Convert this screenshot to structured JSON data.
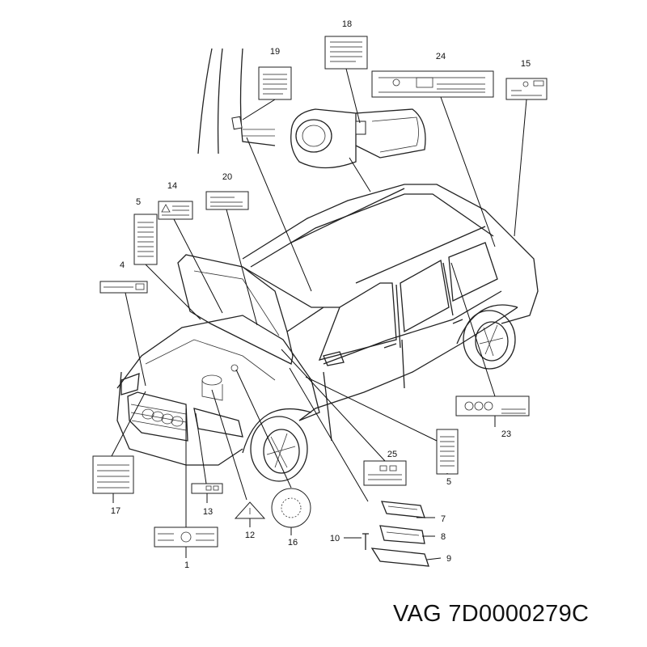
{
  "diagram": {
    "callouts": [
      "1",
      "4",
      "5",
      "5",
      "7",
      "8",
      "9",
      "10",
      "12",
      "13",
      "14",
      "15",
      "16",
      "17",
      "18",
      "19",
      "20",
      "23",
      "24",
      "25"
    ]
  },
  "footer": {
    "part_number": "VAG 7D0000279C"
  },
  "colors": {
    "line": "#222222",
    "background": "#ffffff"
  }
}
